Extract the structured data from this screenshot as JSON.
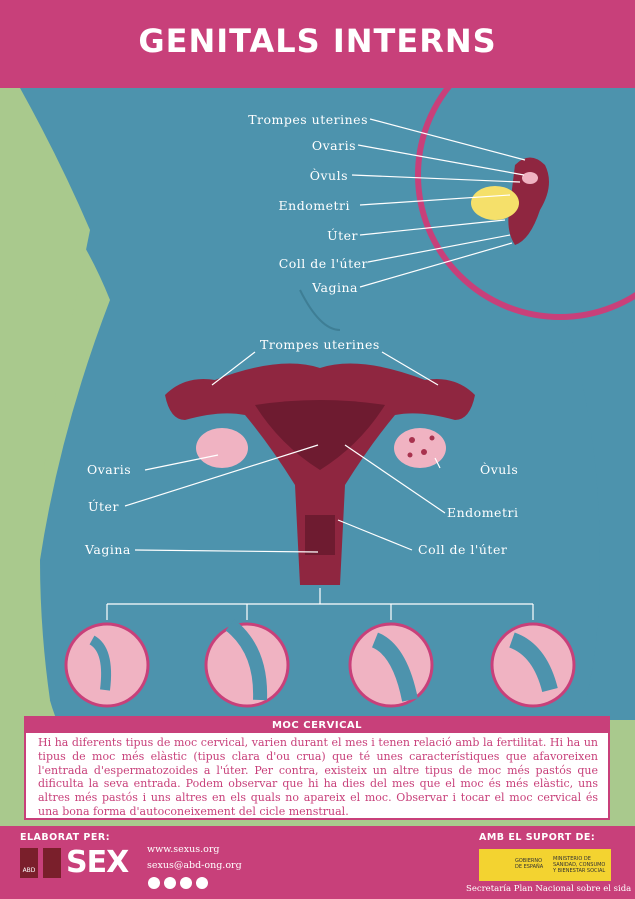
{
  "header": {
    "title": "GENITALS INTERNS"
  },
  "inset_labels": [
    "Trompes uterines",
    "Ovaris",
    "Òvuls",
    "Endometri",
    "Úter",
    "Coll de l'úter",
    "Vagina"
  ],
  "main_labels": {
    "trompes": "Trompes uterines",
    "ovaris": "Ovaris",
    "oter": "Úter",
    "vagina": "Vagina",
    "ovuls": "Òvuls",
    "endometri": "Endometri",
    "coll": "Coll de l'úter"
  },
  "moc": {
    "title": "MOC CERVICAL",
    "body": "Hi ha diferents tipus de moc cervical, varien durant el mes i tenen relació amb la fertilitat. Hi ha un tipus de moc més elàstic (tipus clara d'ou crua) que té unes característiques que afavoreixen l'entrada d'espermatozoides a l'úter. Per contra, existeix un altre tipus de moc més pastós que dificulta la seva entrada. Podem observar que hi ha dies del mes que el moc és més elàstic, uns altres més pastós i uns altres en els quals no apareix el moc. Observar i tocar el moc cervical és una bona forma d'autoconeixement del cicle menstrual."
  },
  "footer": {
    "elaborat": "ELABORAT PER:",
    "logo_abd": "ABD",
    "logo_sexus": "SEX",
    "web": "www.sexus.org",
    "email": "sexus@abd-ong.org",
    "suport": "AMB EL SUPORT DE:",
    "gobierno": "GOBIERNO DE ESPAÑA",
    "ministerio": "MINISTERIO DE SANIDAD, CONSUMO Y BIENESTAR SOCIAL",
    "secretaria": "Secretaría Plan Nacional sobre el sida"
  },
  "colors": {
    "pink": "#c8407a",
    "green": "#a9c98d",
    "body": "#4d93ad",
    "uterus": "#8f2640",
    "ovary": "#f0b3c2",
    "cervical_yellow": "#f5e06a"
  }
}
